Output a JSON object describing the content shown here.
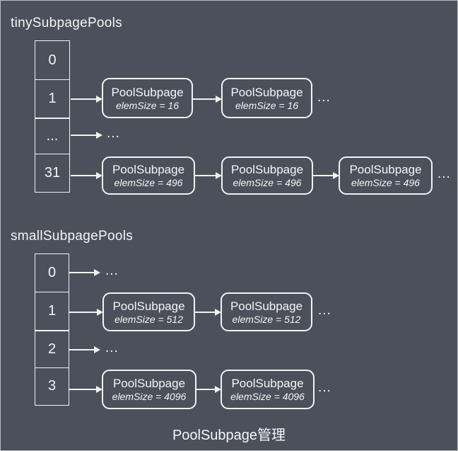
{
  "colors": {
    "background": "#4b505b",
    "stroke": "#f2f2f2",
    "text": "#f5f5f5",
    "frame": "#b9bcc2"
  },
  "ellipsis": "...",
  "caption": "PoolSubpage管理",
  "tiny": {
    "title": "tinySubpagePools",
    "cells": [
      "0",
      "1",
      "...",
      "31"
    ],
    "rows": {
      "r1": {
        "boxes": [
          {
            "title": "PoolSubpage",
            "detail": "elemSize = 16"
          },
          {
            "title": "PoolSubpage",
            "detail": "elemSize = 16"
          }
        ]
      },
      "r31": {
        "boxes": [
          {
            "title": "PoolSubpage",
            "detail": "elemSize = 496"
          },
          {
            "title": "PoolSubpage",
            "detail": "elemSize = 496"
          },
          {
            "title": "PoolSubpage",
            "detail": "elemSize = 496"
          }
        ]
      }
    }
  },
  "small": {
    "title": "smallSubpagePools",
    "cells": [
      "0",
      "1",
      "2",
      "3"
    ],
    "rows": {
      "r1": {
        "boxes": [
          {
            "title": "PoolSubpage",
            "detail": "elemSize = 512"
          },
          {
            "title": "PoolSubpage",
            "detail": "elemSize = 512"
          }
        ]
      },
      "r3": {
        "boxes": [
          {
            "title": "PoolSubpage",
            "detail": "elemSize = 4096"
          },
          {
            "title": "PoolSubpage",
            "detail": "elemSize = 4096"
          }
        ]
      }
    }
  }
}
